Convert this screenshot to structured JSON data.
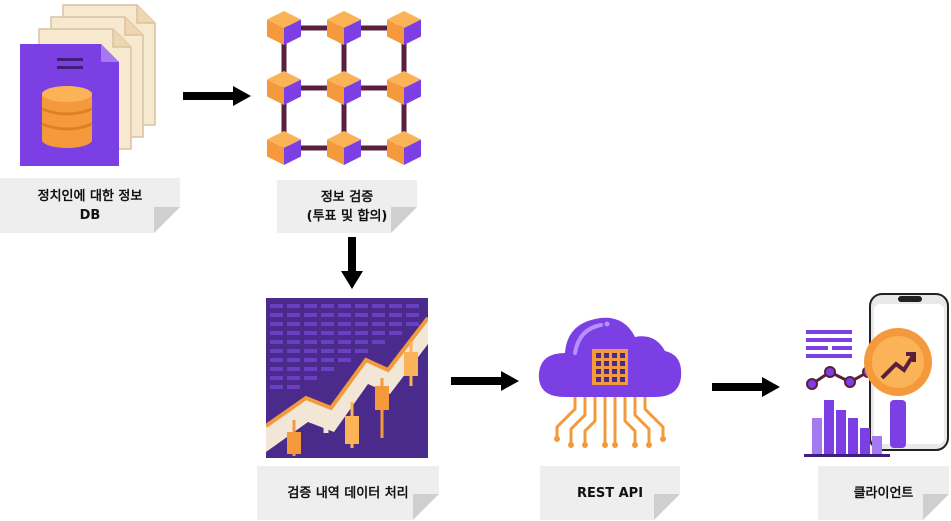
{
  "nodes": {
    "db": {
      "label": "정치인에 대한 정보\nDB"
    },
    "verify": {
      "label": "정보 검증\n(투표 및 합의)"
    },
    "history": {
      "label": "검증 내역 데이터 처리"
    },
    "api": {
      "label": "REST API"
    },
    "client": {
      "label": "클라이언트"
    }
  },
  "colors": {
    "purple": "#7b3fe4",
    "dark_purple": "#4a2a8a",
    "orange": "#f59a3c",
    "light_orange": "#fbb357",
    "paper": "#f5e6cc",
    "label_bg": "#eeeeee",
    "arrow": "#000000"
  },
  "icons": [
    "database-document-icon",
    "blockchain-network-icon",
    "candlestick-chart-icon",
    "cloud-chip-icon",
    "mobile-analytics-icon"
  ]
}
